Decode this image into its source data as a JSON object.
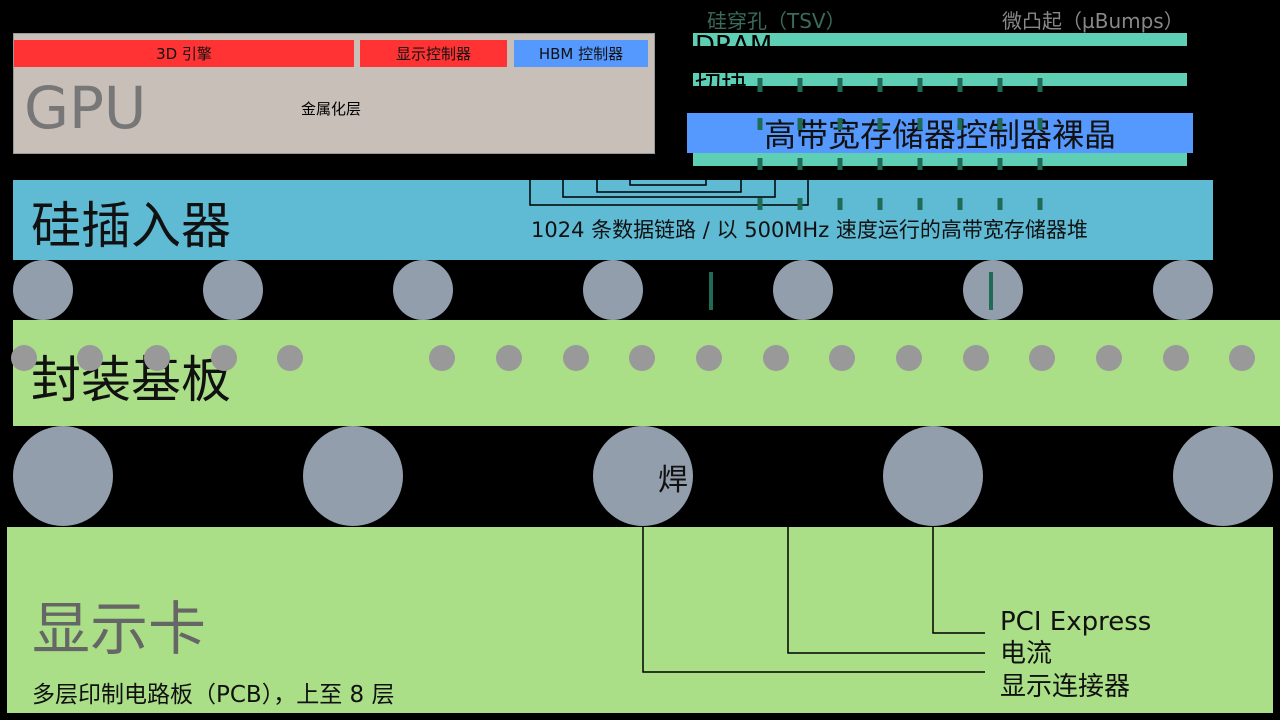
{
  "gpu": {
    "title": "GPU",
    "engine": "3D 引擎",
    "display": "显示控制器",
    "hbm": "HBM 控制器",
    "metal": "金属化层"
  },
  "hbm_stack": {
    "tsv": "硅穿孔（TSV）",
    "ubumps": "微凸起（µBumps）",
    "dram": "DRAM",
    "slice": "切块",
    "logic_die": "高带宽存储器控制器裸晶"
  },
  "interposer": {
    "title": "硅插入器",
    "desc": "1024 条数据链路 / 以 500MHz 速度运行的高带宽存储器堆"
  },
  "substrate": {
    "title": "封装基板",
    "solder": "焊"
  },
  "pcb": {
    "title": "显示卡",
    "desc": "多层印制电路板（PCB），上至 8 层",
    "pcie": "PCI Express",
    "power": "电流",
    "display_conn": "显示连接器"
  },
  "colors": {
    "red": "#ff3333",
    "blue": "#5599ff",
    "gpu": "#c8bfb9",
    "teal": "#5ecfb5",
    "interposer": "#5fbad4",
    "green": "#aade87",
    "ball": "#939eac"
  }
}
